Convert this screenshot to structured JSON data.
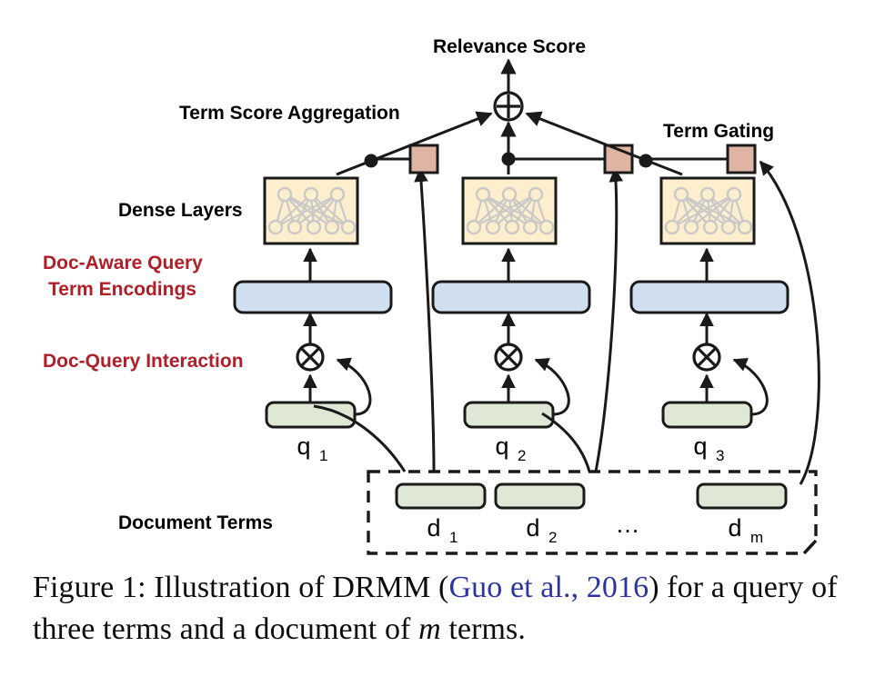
{
  "figure": {
    "title": "Relevance Score",
    "labels": {
      "relevance_score": "Relevance Score",
      "term_score_aggregation": "Term Score Aggregation",
      "term_gating": "Term Gating",
      "dense_layers": "Dense Layers",
      "doc_aware_line1": "Doc-Aware Query",
      "doc_aware_line2": "Term Encodings",
      "doc_query_interaction": "Doc-Query Interaction",
      "document_terms": "Document Terms"
    },
    "query_terms": [
      {
        "base": "q",
        "sub": "1"
      },
      {
        "base": "q",
        "sub": "2"
      },
      {
        "base": "q",
        "sub": "3"
      }
    ],
    "document_terms": [
      {
        "base": "d",
        "sub": "1"
      },
      {
        "base": "d",
        "sub": "2"
      },
      {
        "base": "…",
        "sub": ""
      },
      {
        "base": "d",
        "sub": "m"
      }
    ],
    "operators": {
      "aggregate": "⊕",
      "interaction": "⊗"
    },
    "colors": {
      "dense_fill": "#fdeecd",
      "encoding_fill": "#cfdff0",
      "query_fill": "#dfe8d4",
      "gate_fill": "#e0b4a3",
      "label_red": "#b01e28",
      "cite_blue": "#2b35a0",
      "stroke": "#1a1a1a",
      "network_gray": "#c8c8c8"
    }
  },
  "caption": {
    "prefix": "Figure 1: Illustration of ",
    "model": "DRMM",
    "open_paren": " (",
    "citation": "Guo et al., 2016",
    "close_paren": ") for a query of three terms and a document of ",
    "math": "m",
    "suffix": " terms."
  }
}
